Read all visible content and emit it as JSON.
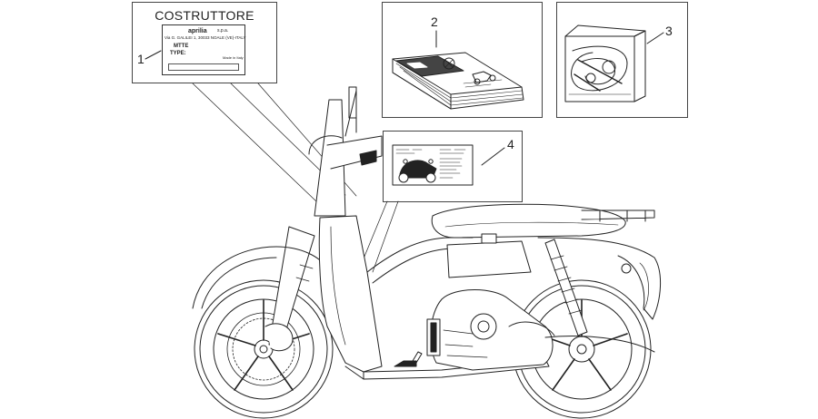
{
  "label_plate": {
    "header": "COSTRUTTORE",
    "brand": "aprilia",
    "brand_suffix": "s.p.a.",
    "address": "Via G. GALILEI 1, 30033 NOALE (VE)-ITALY",
    "field_1": "MTTE",
    "field_2": "TYPE:",
    "origin": "Made in Italy"
  },
  "callouts": {
    "part_1": "1",
    "part_2": "2",
    "part_3": "3",
    "part_4": "4"
  }
}
